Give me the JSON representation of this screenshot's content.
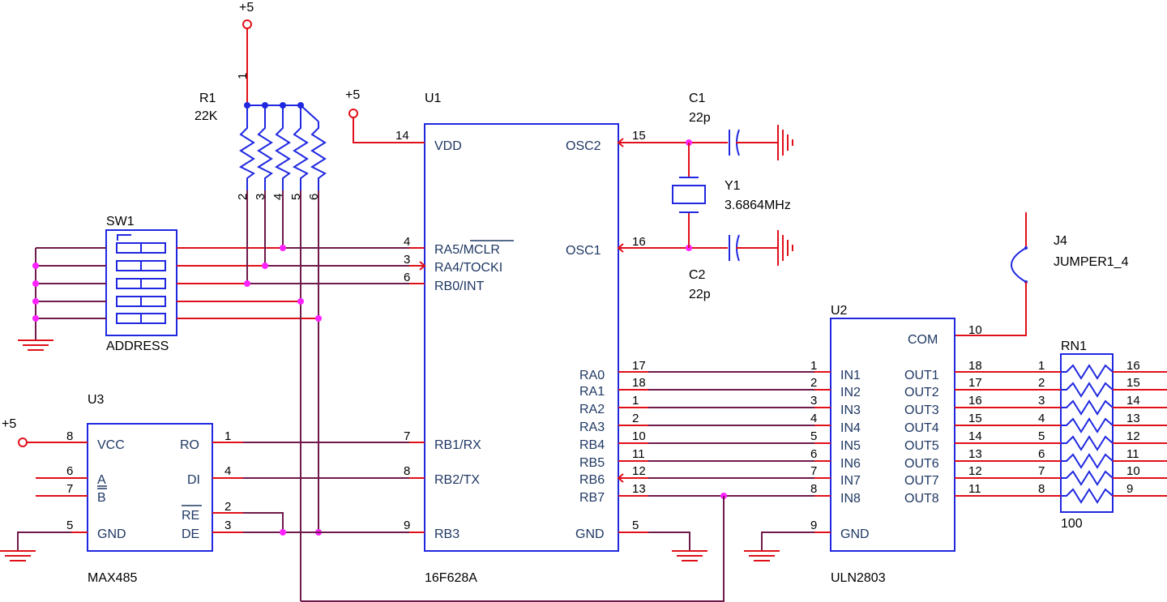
{
  "power": {
    "vcc_label": "+5"
  },
  "r1": {
    "ref": "R1",
    "value": "22K",
    "pins": [
      "1",
      "2",
      "3",
      "4",
      "5",
      "6"
    ]
  },
  "sw1": {
    "ref": "SW1",
    "name": "ADDRESS"
  },
  "u1": {
    "ref": "U1",
    "part": "16F628A",
    "left_pins": [
      {
        "num": "14",
        "name": "VDD"
      },
      {
        "num": "4",
        "name": "RA5/MCLR"
      },
      {
        "num": "3",
        "name": "RA4/TOCKI"
      },
      {
        "num": "6",
        "name": "RB0/INT"
      },
      {
        "num": "7",
        "name": "RB1/RX"
      },
      {
        "num": "8",
        "name": "RB2/TX"
      },
      {
        "num": "9",
        "name": "RB3"
      }
    ],
    "right_pins": [
      {
        "num": "15",
        "name": "OSC2"
      },
      {
        "num": "16",
        "name": "OSC1"
      },
      {
        "num": "17",
        "name": "RA0"
      },
      {
        "num": "18",
        "name": "RA1"
      },
      {
        "num": "1",
        "name": "RA2"
      },
      {
        "num": "2",
        "name": "RA3"
      },
      {
        "num": "10",
        "name": "RB4"
      },
      {
        "num": "11",
        "name": "RB5"
      },
      {
        "num": "12",
        "name": "RB6"
      },
      {
        "num": "13",
        "name": "RB7"
      },
      {
        "num": "5",
        "name": "GND"
      }
    ]
  },
  "c1": {
    "ref": "C1",
    "value": "22p"
  },
  "c2": {
    "ref": "C2",
    "value": "22p"
  },
  "y1": {
    "ref": "Y1",
    "value": "3.6864MHz"
  },
  "j4": {
    "ref": "J4",
    "part": "JUMPER1_4"
  },
  "u2": {
    "ref": "U2",
    "part": "ULN2803",
    "com_name": "COM",
    "com_num": "10",
    "gnd_name": "GND",
    "gnd_num": "9",
    "inputs": [
      {
        "num": "1",
        "name": "IN1"
      },
      {
        "num": "2",
        "name": "IN2"
      },
      {
        "num": "3",
        "name": "IN3"
      },
      {
        "num": "4",
        "name": "IN4"
      },
      {
        "num": "5",
        "name": "IN5"
      },
      {
        "num": "6",
        "name": "IN6"
      },
      {
        "num": "7",
        "name": "IN7"
      },
      {
        "num": "8",
        "name": "IN8"
      }
    ],
    "outputs": [
      {
        "num": "18",
        "name": "OUT1"
      },
      {
        "num": "17",
        "name": "OUT2"
      },
      {
        "num": "16",
        "name": "OUT3"
      },
      {
        "num": "15",
        "name": "OUT4"
      },
      {
        "num": "14",
        "name": "OUT5"
      },
      {
        "num": "13",
        "name": "OUT6"
      },
      {
        "num": "12",
        "name": "OUT7"
      },
      {
        "num": "11",
        "name": "OUT8"
      }
    ]
  },
  "rn1": {
    "ref": "RN1",
    "value": "100",
    "left_pins": [
      "1",
      "2",
      "3",
      "4",
      "5",
      "6",
      "7",
      "8"
    ],
    "right_pins": [
      "16",
      "15",
      "14",
      "13",
      "12",
      "11",
      "10",
      "9"
    ]
  },
  "u3": {
    "ref": "U3",
    "part": "MAX485",
    "vcc_num": "8",
    "vcc_name": "VCC",
    "a_num": "6",
    "a_name": "A",
    "b_num": "7",
    "b_name": "B",
    "gnd_num": "5",
    "gnd_name": "GND",
    "ro_num": "1",
    "ro_name": "RO",
    "di_num": "4",
    "di_name": "DI",
    "re_num": "2",
    "re_name": "RE",
    "de_num": "3",
    "de_name": "DE"
  }
}
